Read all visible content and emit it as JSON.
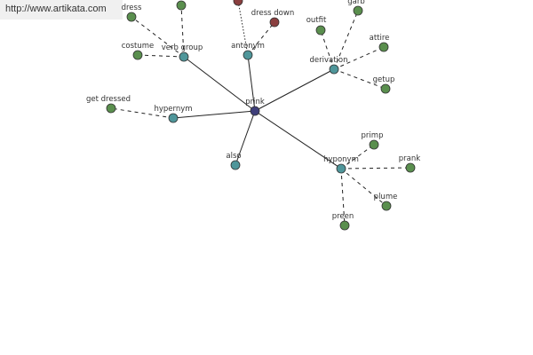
{
  "banner": {
    "url": "http://www.artikata.com"
  },
  "colors": {
    "center": "#3f3f7a",
    "relation": "#4f969a",
    "word": "#5a8f4e",
    "antonym": "#8a3f3f"
  },
  "nodes": {
    "prink": "prink",
    "verb_group": "verb group",
    "antonym": "antonym",
    "derivation": "derivation",
    "hypernym": "hypernym",
    "also": "also",
    "hyponym": "hyponym",
    "dress": "dress",
    "costume": "costume",
    "dress_down": "dress down",
    "garb": "garb",
    "outfit": "outfit",
    "attire": "attire",
    "getup": "getup",
    "get_dressed": "get dressed",
    "primp": "primp",
    "prank": "prank",
    "plume": "plume",
    "preen": "preen"
  }
}
